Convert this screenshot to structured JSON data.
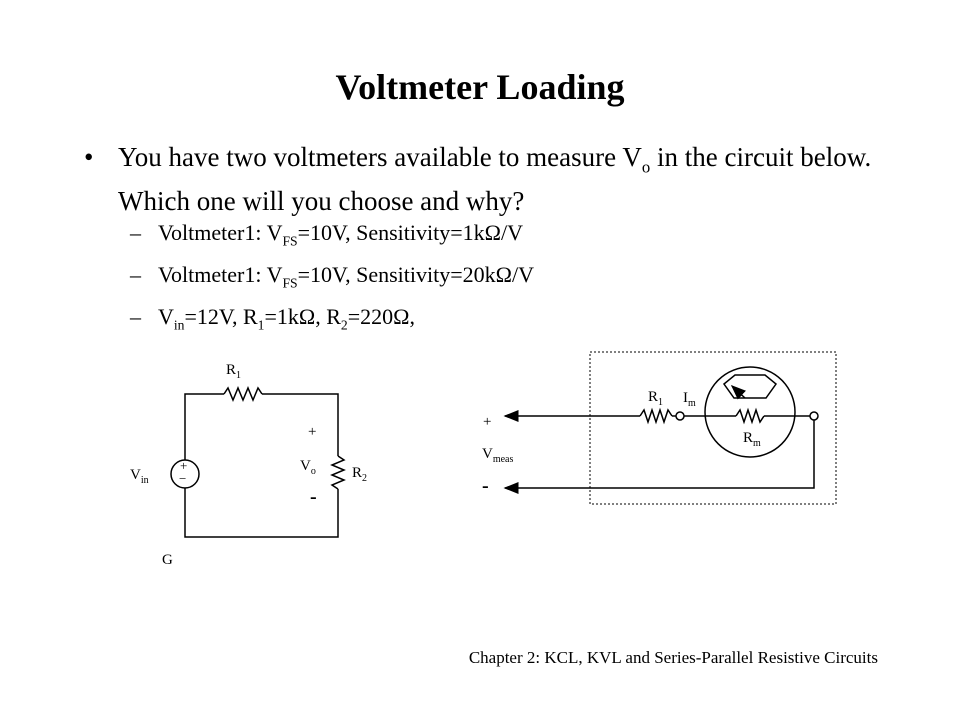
{
  "slide": {
    "title": "Voltmeter  Loading",
    "bullet_char": "•",
    "bullet_text_a": "You have two voltmeters available to measure V",
    "bullet_sub": "o",
    "bullet_text_b": " in the circuit below. Which one will you choose and why?",
    "dash": "–",
    "item1": {
      "a": "Voltmeter1: V",
      "sub": "FS",
      "b": "=10V, Sensitivity=1kΩ/V"
    },
    "item2": {
      "a": "Voltmeter1: V",
      "sub": "FS",
      "b": "=10V, Sensitivity=20kΩ/V"
    },
    "item3": {
      "a": "V",
      "s1": "in",
      "b": "=12V, R",
      "s2": "1",
      "c": "=1kΩ, R",
      "s3": "2",
      "d": "=220Ω,"
    },
    "footer": "Chapter 2: KCL, KVL and Series-Parallel Resistive Circuits"
  },
  "circuit1": {
    "r1": "R",
    "r1_sub": "1",
    "vin": "V",
    "vin_sub": "in",
    "plus_src": "+",
    "minus_src": "−",
    "plus": "+",
    "minus": "-",
    "vo": "V",
    "vo_sub": "o",
    "r2": "R",
    "r2_sub": "2",
    "ground": "G"
  },
  "circuit2": {
    "plus": "+",
    "minus": "-",
    "vmeas": "V",
    "vmeas_sub": "meas",
    "r1": "R",
    "r1_sub": "1",
    "im": "I",
    "im_sub": "m",
    "rm": "R",
    "rm_sub": "m"
  }
}
